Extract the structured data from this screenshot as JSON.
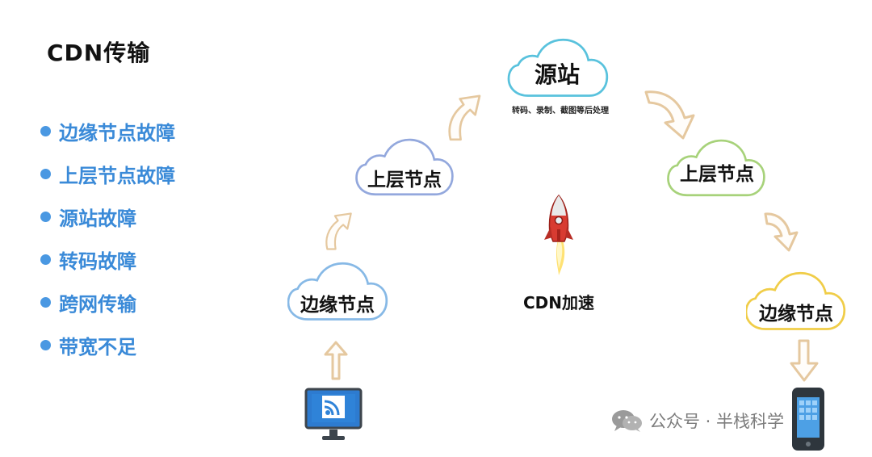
{
  "title": "CDN传输",
  "bullets": [
    "边缘节点故障",
    "上层节点故障",
    "源站故障",
    "转码故障",
    "跨网传输",
    "带宽不足"
  ],
  "nodes": {
    "source": "源站",
    "source_note": "转码、录制、截图等后处理",
    "upper_left": "上层节点",
    "edge_left": "边缘节点",
    "upper_right": "上层节点",
    "edge_right": "边缘节点"
  },
  "cdn_label": "CDN加速",
  "watermark": "公众号 · 半栈科学",
  "icons": {
    "source_device": "monitor-cast-icon",
    "client_device": "phone-icon",
    "center": "rocket-icon",
    "watermark": "wechat-icon"
  },
  "colors": {
    "source": "#59c2dd",
    "upper_left": "#93a8dd",
    "edge_left": "#87b9e6",
    "upper_right": "#a7d27a",
    "edge_right": "#f0cd48",
    "arrow": "#e5c89f",
    "bullet": "#3a8ad8"
  }
}
